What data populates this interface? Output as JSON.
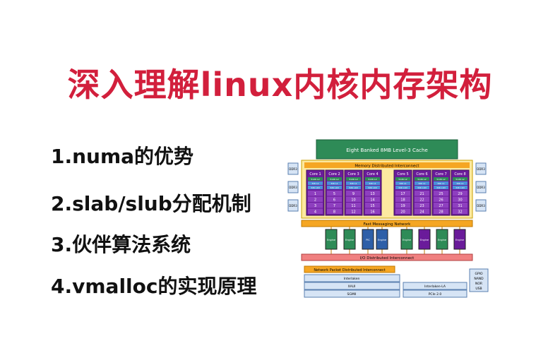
{
  "title": "深入理解linux内核内存架构",
  "items": [
    "1.numa的优势",
    "2.slab/slub分配机制",
    "3.伙伴算法系统",
    "4.vmalloc的实现原理"
  ],
  "colors": {
    "title": "#d21f3c",
    "cache": "#2e8b57",
    "core": "#6a1b9a",
    "bus": "#f5a623",
    "io": "#f08080"
  },
  "diagram": {
    "l3_cache": "Eight Banked 8MB Level-3 Cache",
    "memory_interconnect": "Memory Distributed Interconnect",
    "cores": [
      "Core 1",
      "Core 2",
      "Core 3",
      "Core 4",
      "Core 5",
      "Core 6",
      "Core 7",
      "Core 8"
    ],
    "cache_labels": [
      "512K L2",
      "32K L1",
      "32K L1D"
    ],
    "core_numbers": [
      [
        "1",
        "2",
        "3",
        "4"
      ],
      [
        "5",
        "6",
        "7",
        "8"
      ],
      [
        "9",
        "10",
        "11",
        "12"
      ],
      [
        "13",
        "14",
        "15",
        "16"
      ],
      [
        "17",
        "18",
        "19",
        "20"
      ],
      [
        "21",
        "22",
        "23",
        "24"
      ],
      [
        "25",
        "26",
        "27",
        "28"
      ],
      [
        "29",
        "30",
        "31",
        "32"
      ]
    ],
    "ddr_left": [
      "DDR3",
      "DDR3",
      "DDR3"
    ],
    "ddr_right": [
      "DDR3",
      "DDR3",
      "DDR3"
    ],
    "messaging": "Fast Messaging Network",
    "engines": [
      "Engine",
      "Engine",
      "PIC",
      "Engine",
      "Engine",
      "Engine",
      "Engine",
      "Engine"
    ],
    "io_interconnect": "I/O Distributed Interconnect",
    "network_interconnect": "Network Packet Distributed Interconnect",
    "interlaken": "Interlaken",
    "xaui": "XAUI",
    "sgmii": "SGMII",
    "interlaken_lat": "Interlaken-LA",
    "pcie": "PCIe 2.0",
    "gpio": [
      "GPIO",
      "NAND",
      "NOR",
      "USB"
    ]
  }
}
